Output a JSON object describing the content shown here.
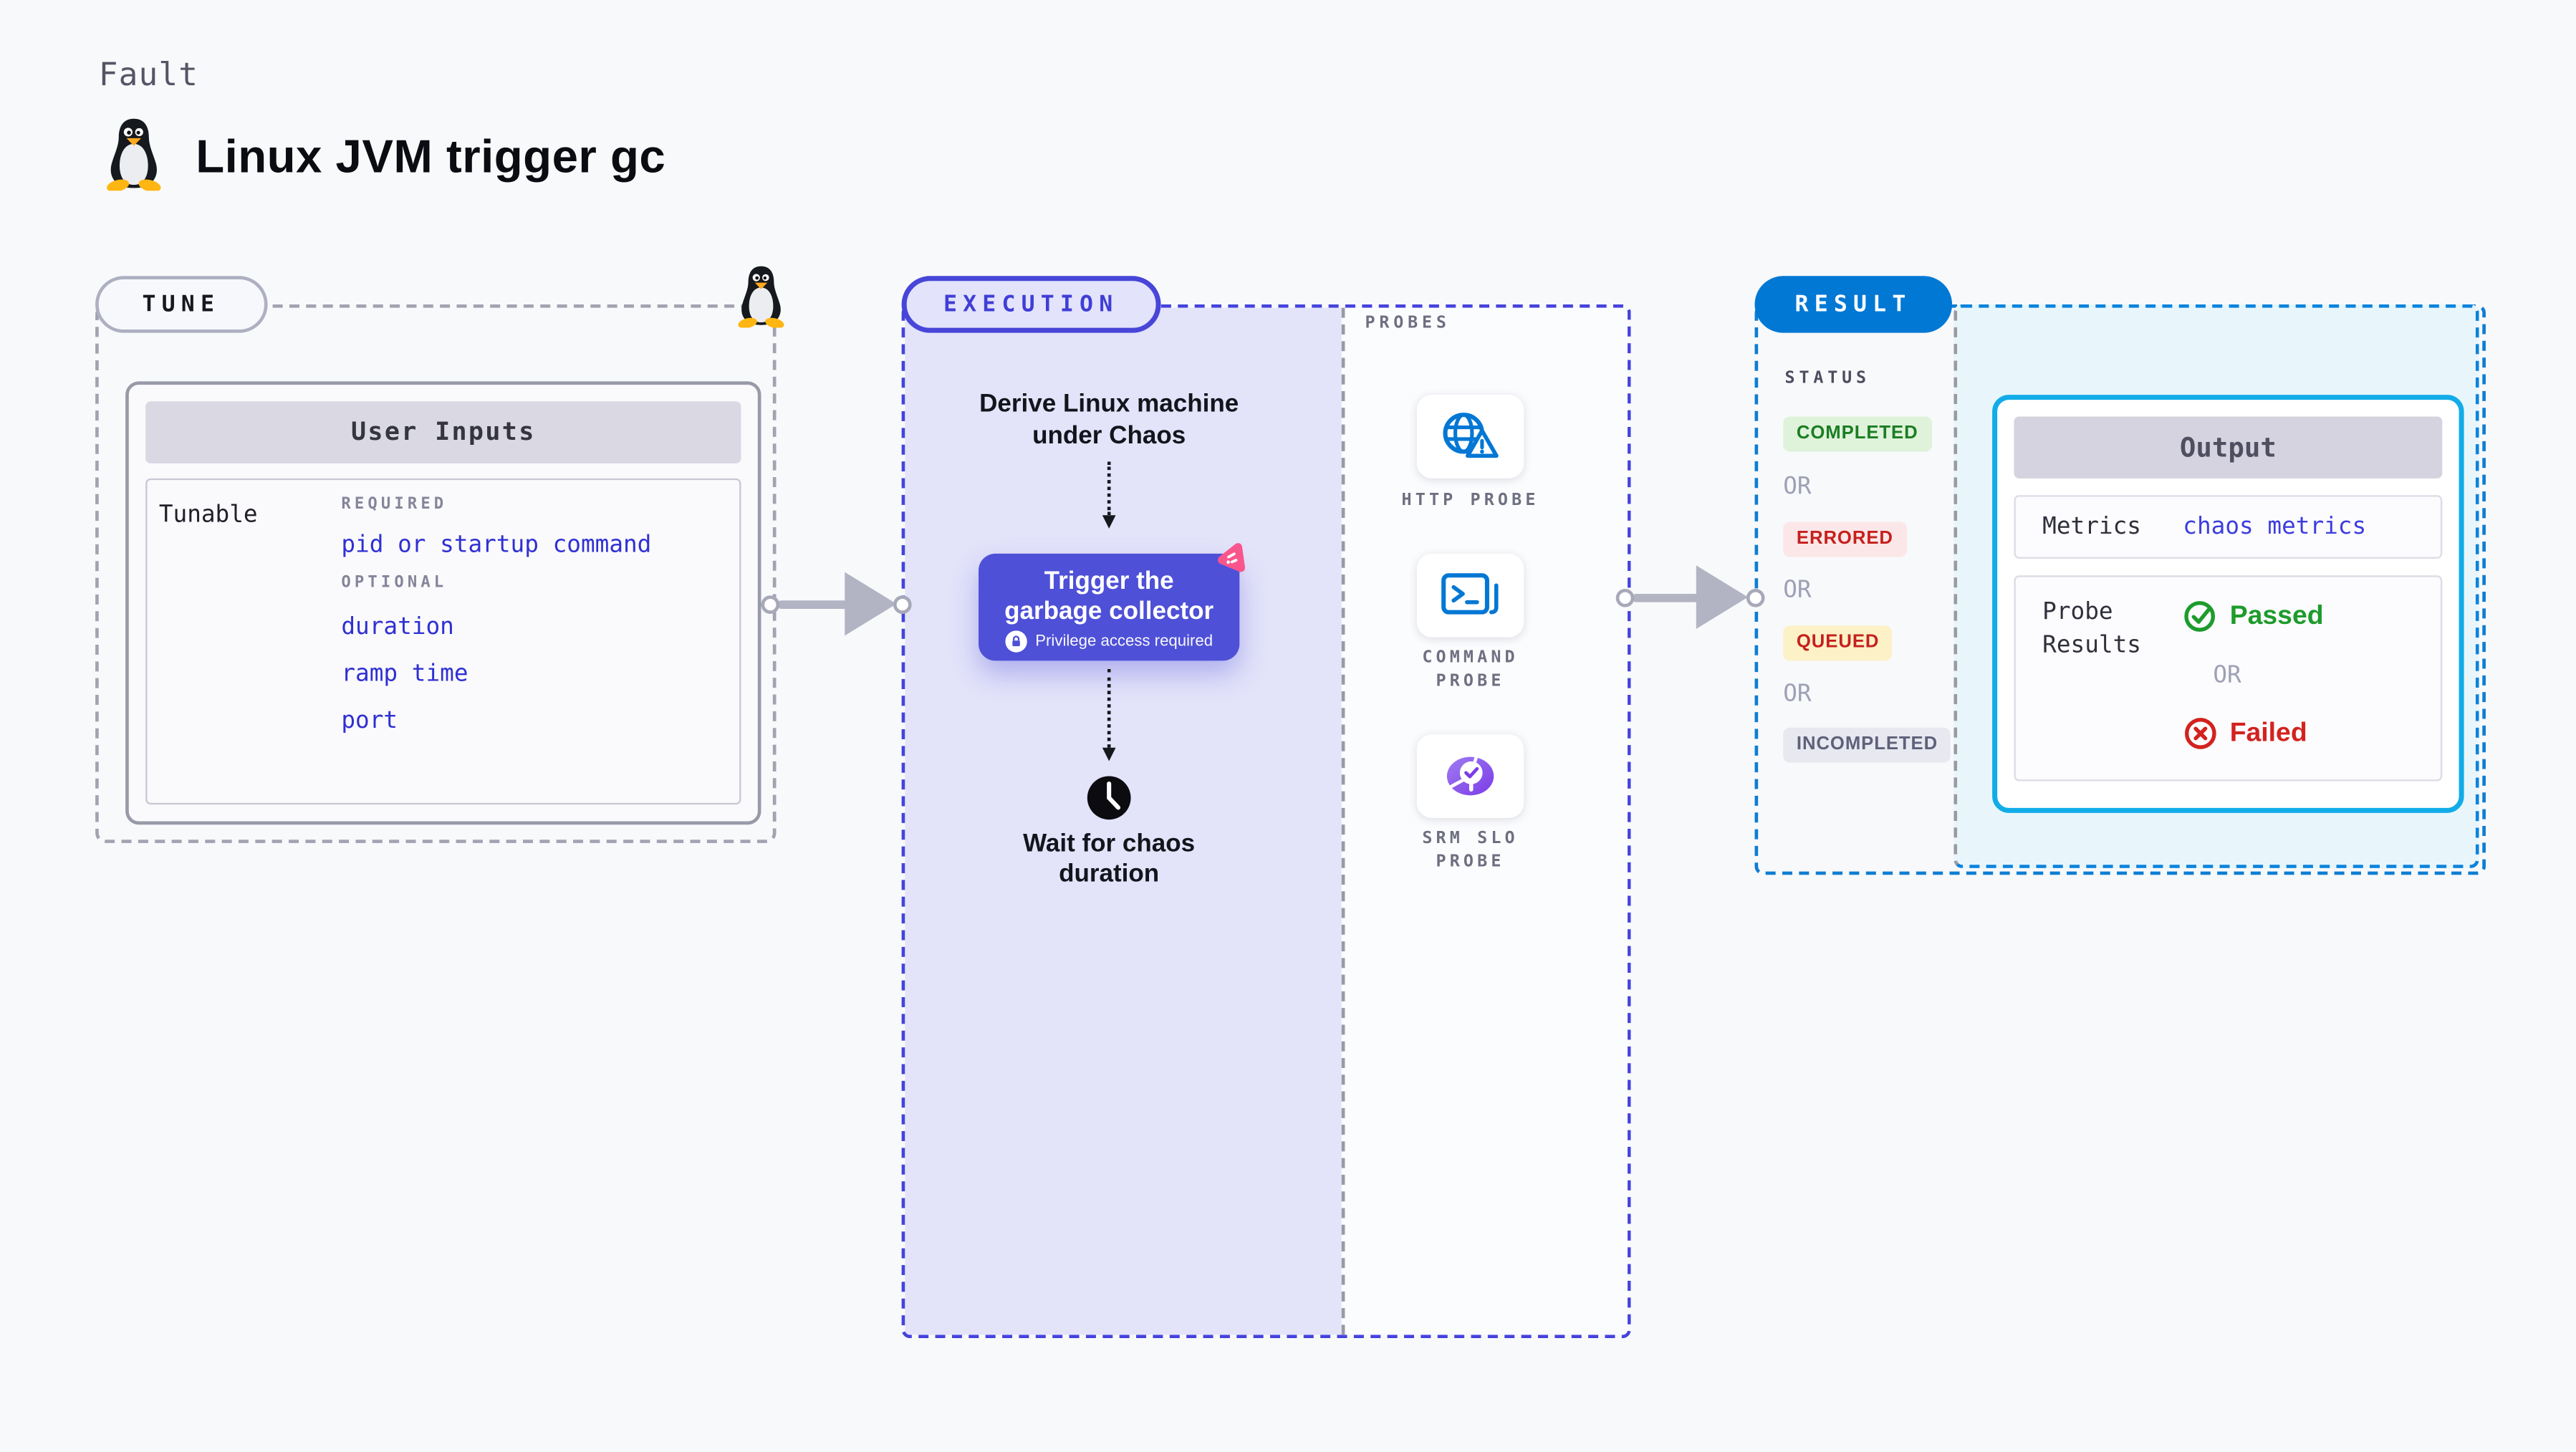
{
  "header": {
    "eyebrow": "Fault",
    "title": "Linux JVM trigger gc",
    "icon": "tux-penguin-icon"
  },
  "tune": {
    "badge_label": "TUNE",
    "corner_icon": "tux-penguin-icon",
    "user_inputs": {
      "title": "User Inputs",
      "row_label": "Tunable",
      "required_label": "REQUIRED",
      "required_items": [
        "pid or startup command"
      ],
      "optional_label": "OPTIONAL",
      "optional_items": [
        "duration",
        "ramp time",
        "port"
      ]
    }
  },
  "execution": {
    "badge_label": "EXECUTION",
    "derive_text": "Derive Linux machine under Chaos",
    "trigger_button": {
      "label": "Trigger the garbage collector",
      "sublabel": "Privilege access required",
      "icon": "lock-icon",
      "corner_icon": "chaos-experiment-icon"
    },
    "wait_text": "Wait for chaos duration",
    "wait_icon": "clock-icon",
    "probes": {
      "title": "PROBES",
      "items": [
        {
          "label": "HTTP PROBE",
          "icon": "globe-alert-icon"
        },
        {
          "label": "COMMAND PROBE",
          "icon": "terminal-icon"
        },
        {
          "label": "SRM SLO PROBE",
          "icon": "slo-donut-check-icon"
        }
      ]
    }
  },
  "result": {
    "badge_label": "RESULT",
    "status": {
      "title": "STATUS",
      "items": [
        {
          "label": "COMPLETED",
          "bg": "#DEF3DA",
          "text": "#1B7D23"
        },
        {
          "label": "OR"
        },
        {
          "label": "ERRORED",
          "bg": "#FBE7E7",
          "text": "#C5201D"
        },
        {
          "label": "OR"
        },
        {
          "label": "QUEUED",
          "bg": "#FCF1C7",
          "text": "#C5201D"
        },
        {
          "label": "OR"
        },
        {
          "label": "INCOMPLETED",
          "bg": "#E8E8F1",
          "text": "#5F617A"
        }
      ]
    },
    "output": {
      "title": "Output",
      "metrics_label": "Metrics",
      "metrics_value": "chaos metrics",
      "probe_results_label": "Probe Results",
      "passed_label": "Passed",
      "or_label": "OR",
      "failed_label": "Failed",
      "passed_icon": "check-circle-icon",
      "failed_icon": "x-circle-icon"
    }
  },
  "colors": {
    "page_bg": "#F8F9FB",
    "accent_indigo": "#4E50D7",
    "execution_border": "#4543DC",
    "execution_fill": "#E3E3FA",
    "result_blue": "#0278D5",
    "result_panel_fill": "#E8F6FC",
    "output_card_border": "#12ACE8",
    "tunable_link_blue": "#2F30D2",
    "passed_green": "#1E9B2C",
    "failed_red": "#D3221E",
    "probe_icon_blue": "#0277D4",
    "slo_purple": "#7B3BE8",
    "chaos_pink": "#F9558D",
    "arrow_gray": "#B3B4C3"
  }
}
